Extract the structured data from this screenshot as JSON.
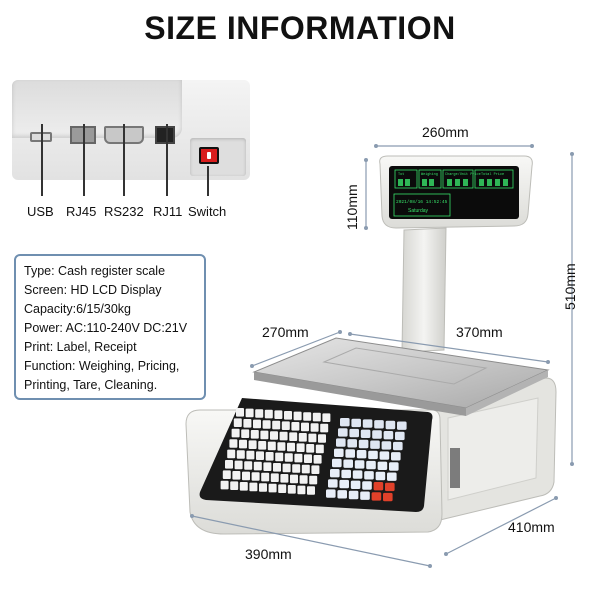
{
  "title": "SIZE INFORMATION",
  "ports": [
    {
      "label": "USB",
      "icon": "usb-port-icon"
    },
    {
      "label": "RJ45",
      "icon": "rj45-port-icon"
    },
    {
      "label": "RS232",
      "icon": "rs232-port-icon"
    },
    {
      "label": "RJ11",
      "icon": "rj11-port-icon"
    },
    {
      "label": "Switch",
      "icon": "power-switch-icon"
    }
  ],
  "specs": [
    "Type: Cash register scale",
    "Screen: HD LCD Display",
    "Capacity:6/15/30kg",
    "Power: AC:110-240V DC:21V",
    "Print: Label, Receipt",
    "Function: Weighing, Pricing,",
    "Printing, Tare, Cleaning."
  ],
  "dimensions": {
    "display_width": "260mm",
    "display_height": "110mm",
    "total_height": "510mm",
    "tray_depth": "270mm",
    "tray_width": "370mm",
    "base_width": "390mm",
    "base_depth": "410mm"
  },
  "display": {
    "labels": [
      "Tot",
      "Weighing",
      "Charge/Unit Price",
      "Total Price"
    ],
    "datetime": "2021/08/16 14:52:45",
    "day": "Saturday"
  },
  "colors": {
    "spec_border": "#6f8fb0",
    "lcd_green": "#38e26a",
    "switch_red": "#d91d1d",
    "keypad_red": "#e0412a"
  }
}
